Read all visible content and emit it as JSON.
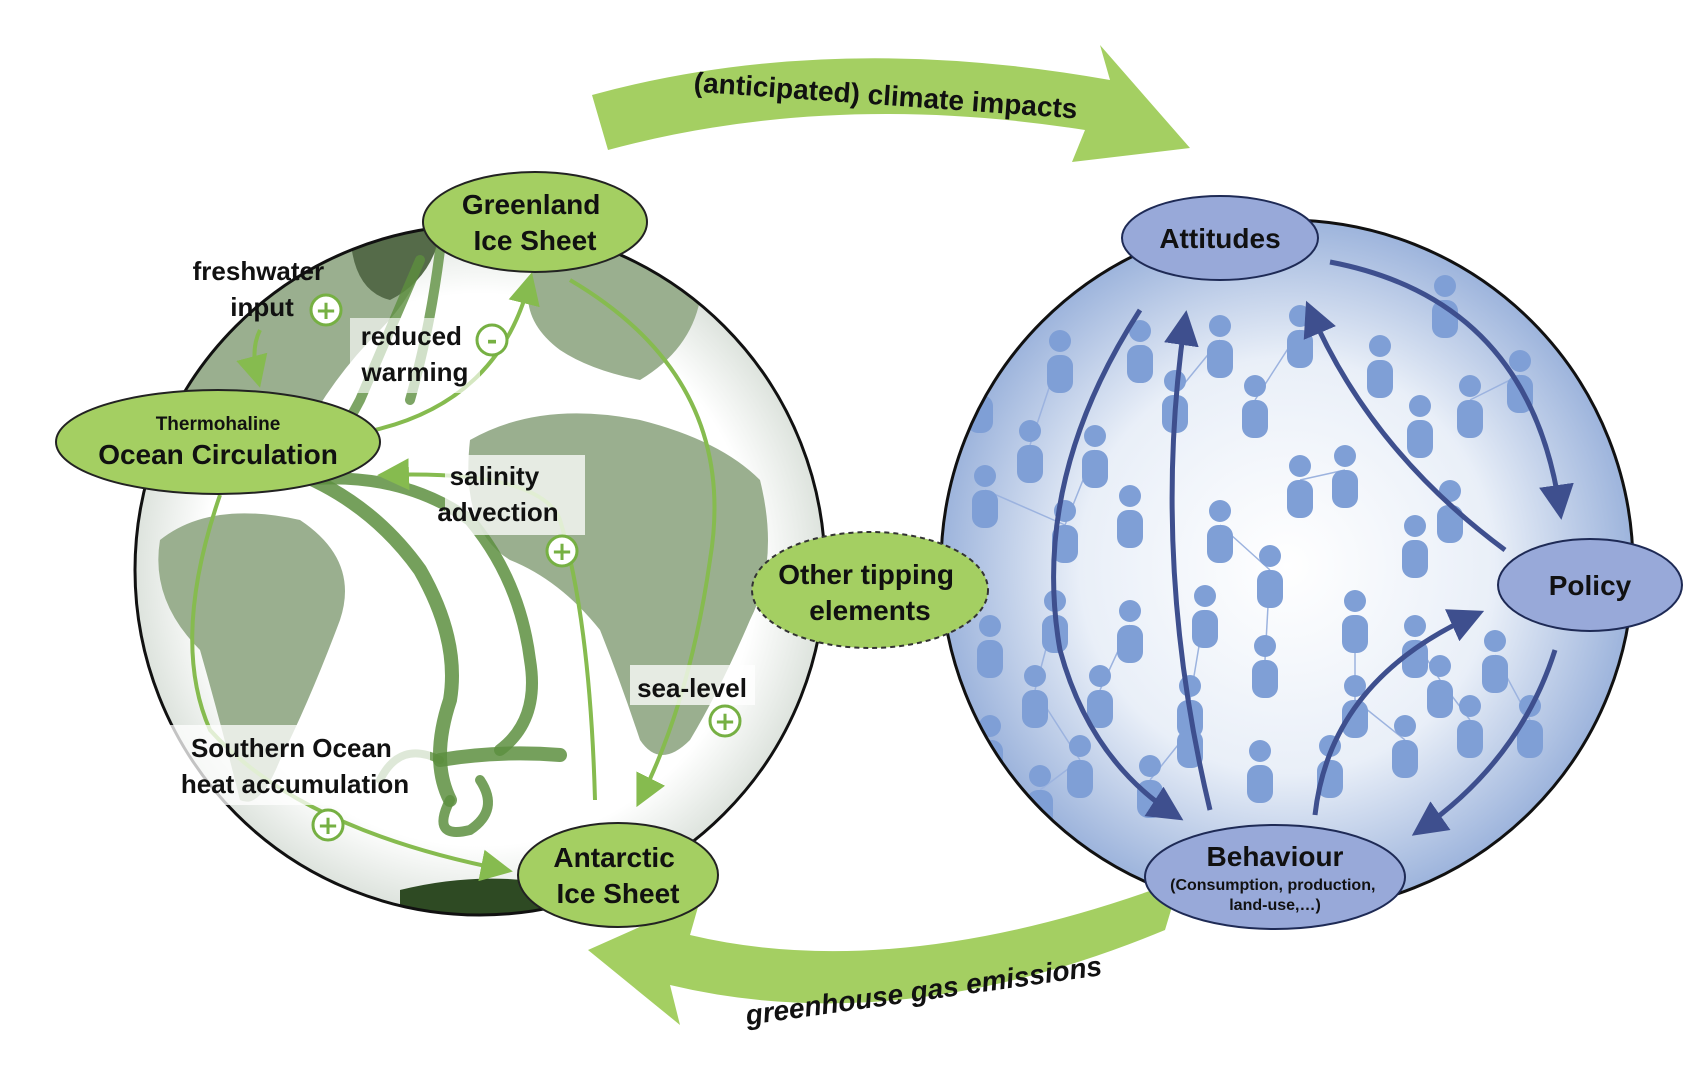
{
  "top_arrow_label": "(anticipated) climate impacts",
  "bottom_arrow_label": "greenhouse gas emissions",
  "left_nodes": {
    "greenland": [
      "Greenland",
      "Ice Sheet"
    ],
    "thermohaline_small": "Thermohaline",
    "thermohaline_big": "Ocean Circulation",
    "antarctic": [
      "Antarctic",
      "Ice Sheet"
    ]
  },
  "center_node": [
    "Other tipping",
    "elements"
  ],
  "right_nodes": {
    "attitudes": "Attitudes",
    "policy": "Policy",
    "behaviour": "Behaviour",
    "behaviour_sub": [
      "(Consumption, production,",
      "land-use,…)"
    ]
  },
  "process_labels": {
    "freshwater": [
      "freshwater",
      "input"
    ],
    "reduced": [
      "reduced",
      "warming"
    ],
    "salinity": [
      "salinity",
      "advection"
    ],
    "sealevel": "sea-level",
    "southern": [
      "Southern Ocean",
      "heat accumulation"
    ]
  },
  "signs": {
    "freshwater": "+",
    "reduced": "-",
    "salinity": "+",
    "sealevel": "+",
    "southern": "+"
  },
  "colors": {
    "big_arrow": "#a4cf62",
    "land": "#9aaf8f",
    "ocean_current": "#5d8f3f",
    "feedback_arrow": "#86bb4f",
    "social_arrow": "#3e4f8e",
    "person": "#7f9fd6",
    "network_line": "#9cb3df"
  }
}
